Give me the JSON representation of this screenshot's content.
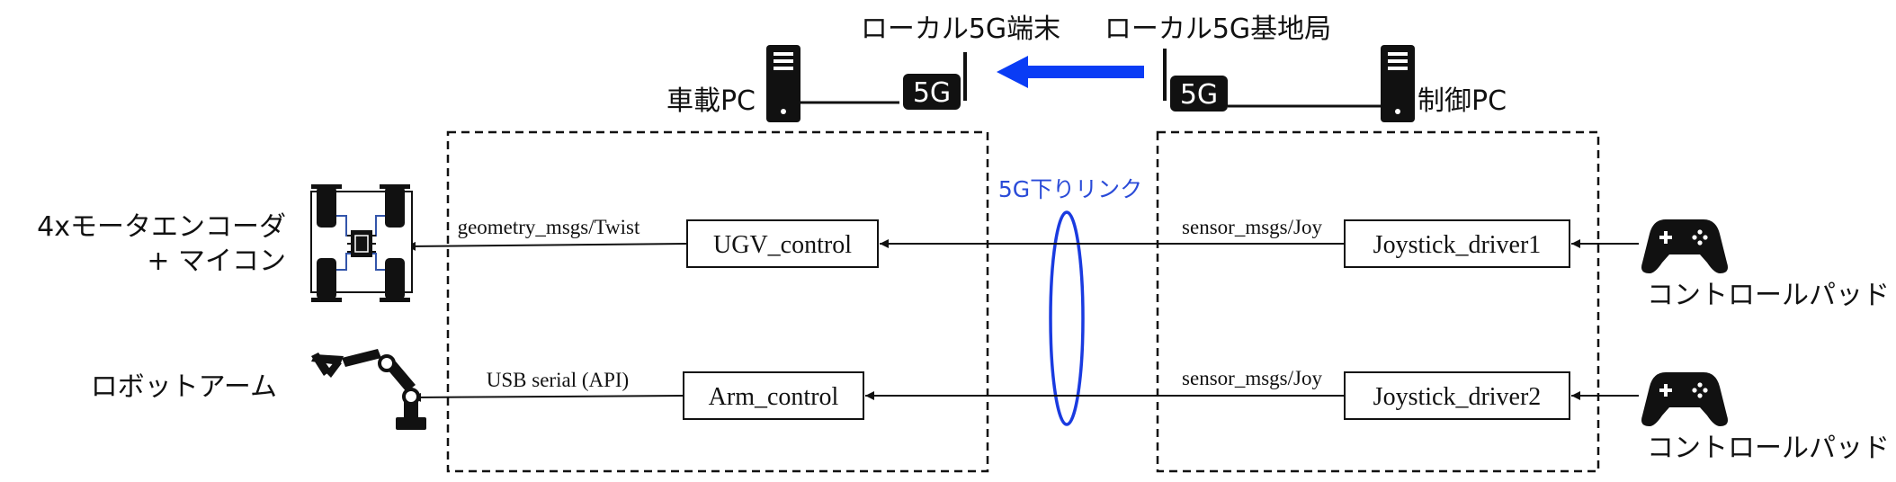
{
  "labels": {
    "local_5g_terminal": "ローカル5G端末",
    "local_5g_base": "ローカル5G基地局",
    "vehicle_pc": "車載PC",
    "control_pc": "制御PC",
    "badge_5g": "5G",
    "downlink": "5G下りリンク",
    "motor_line1": "4xモータエンコーダ",
    "motor_line2": "+ マイコン",
    "robot_arm": "ロボットアーム",
    "gamepad": "コントロールパッド"
  },
  "nodes": {
    "ugv": "UGV_control",
    "arm": "Arm_control",
    "joy1": "Joystick_driver1",
    "joy2": "Joystick_driver2"
  },
  "edges": {
    "twist": "geometry_msgs/Twist",
    "usb": "USB serial (API)",
    "joy_top": "sensor_msgs/Joy",
    "joy_bottom": "sensor_msgs/Joy"
  },
  "colors": {
    "accent_blue": "#0a3cf5",
    "downlink_text": "#2a4bd8",
    "ring": "#1a3be0",
    "ink": "#111111"
  },
  "icons": [
    "server-tower-icon",
    "antenna-icon",
    "cpu-board-icon",
    "robot-arm-icon",
    "gamepad-icon"
  ]
}
